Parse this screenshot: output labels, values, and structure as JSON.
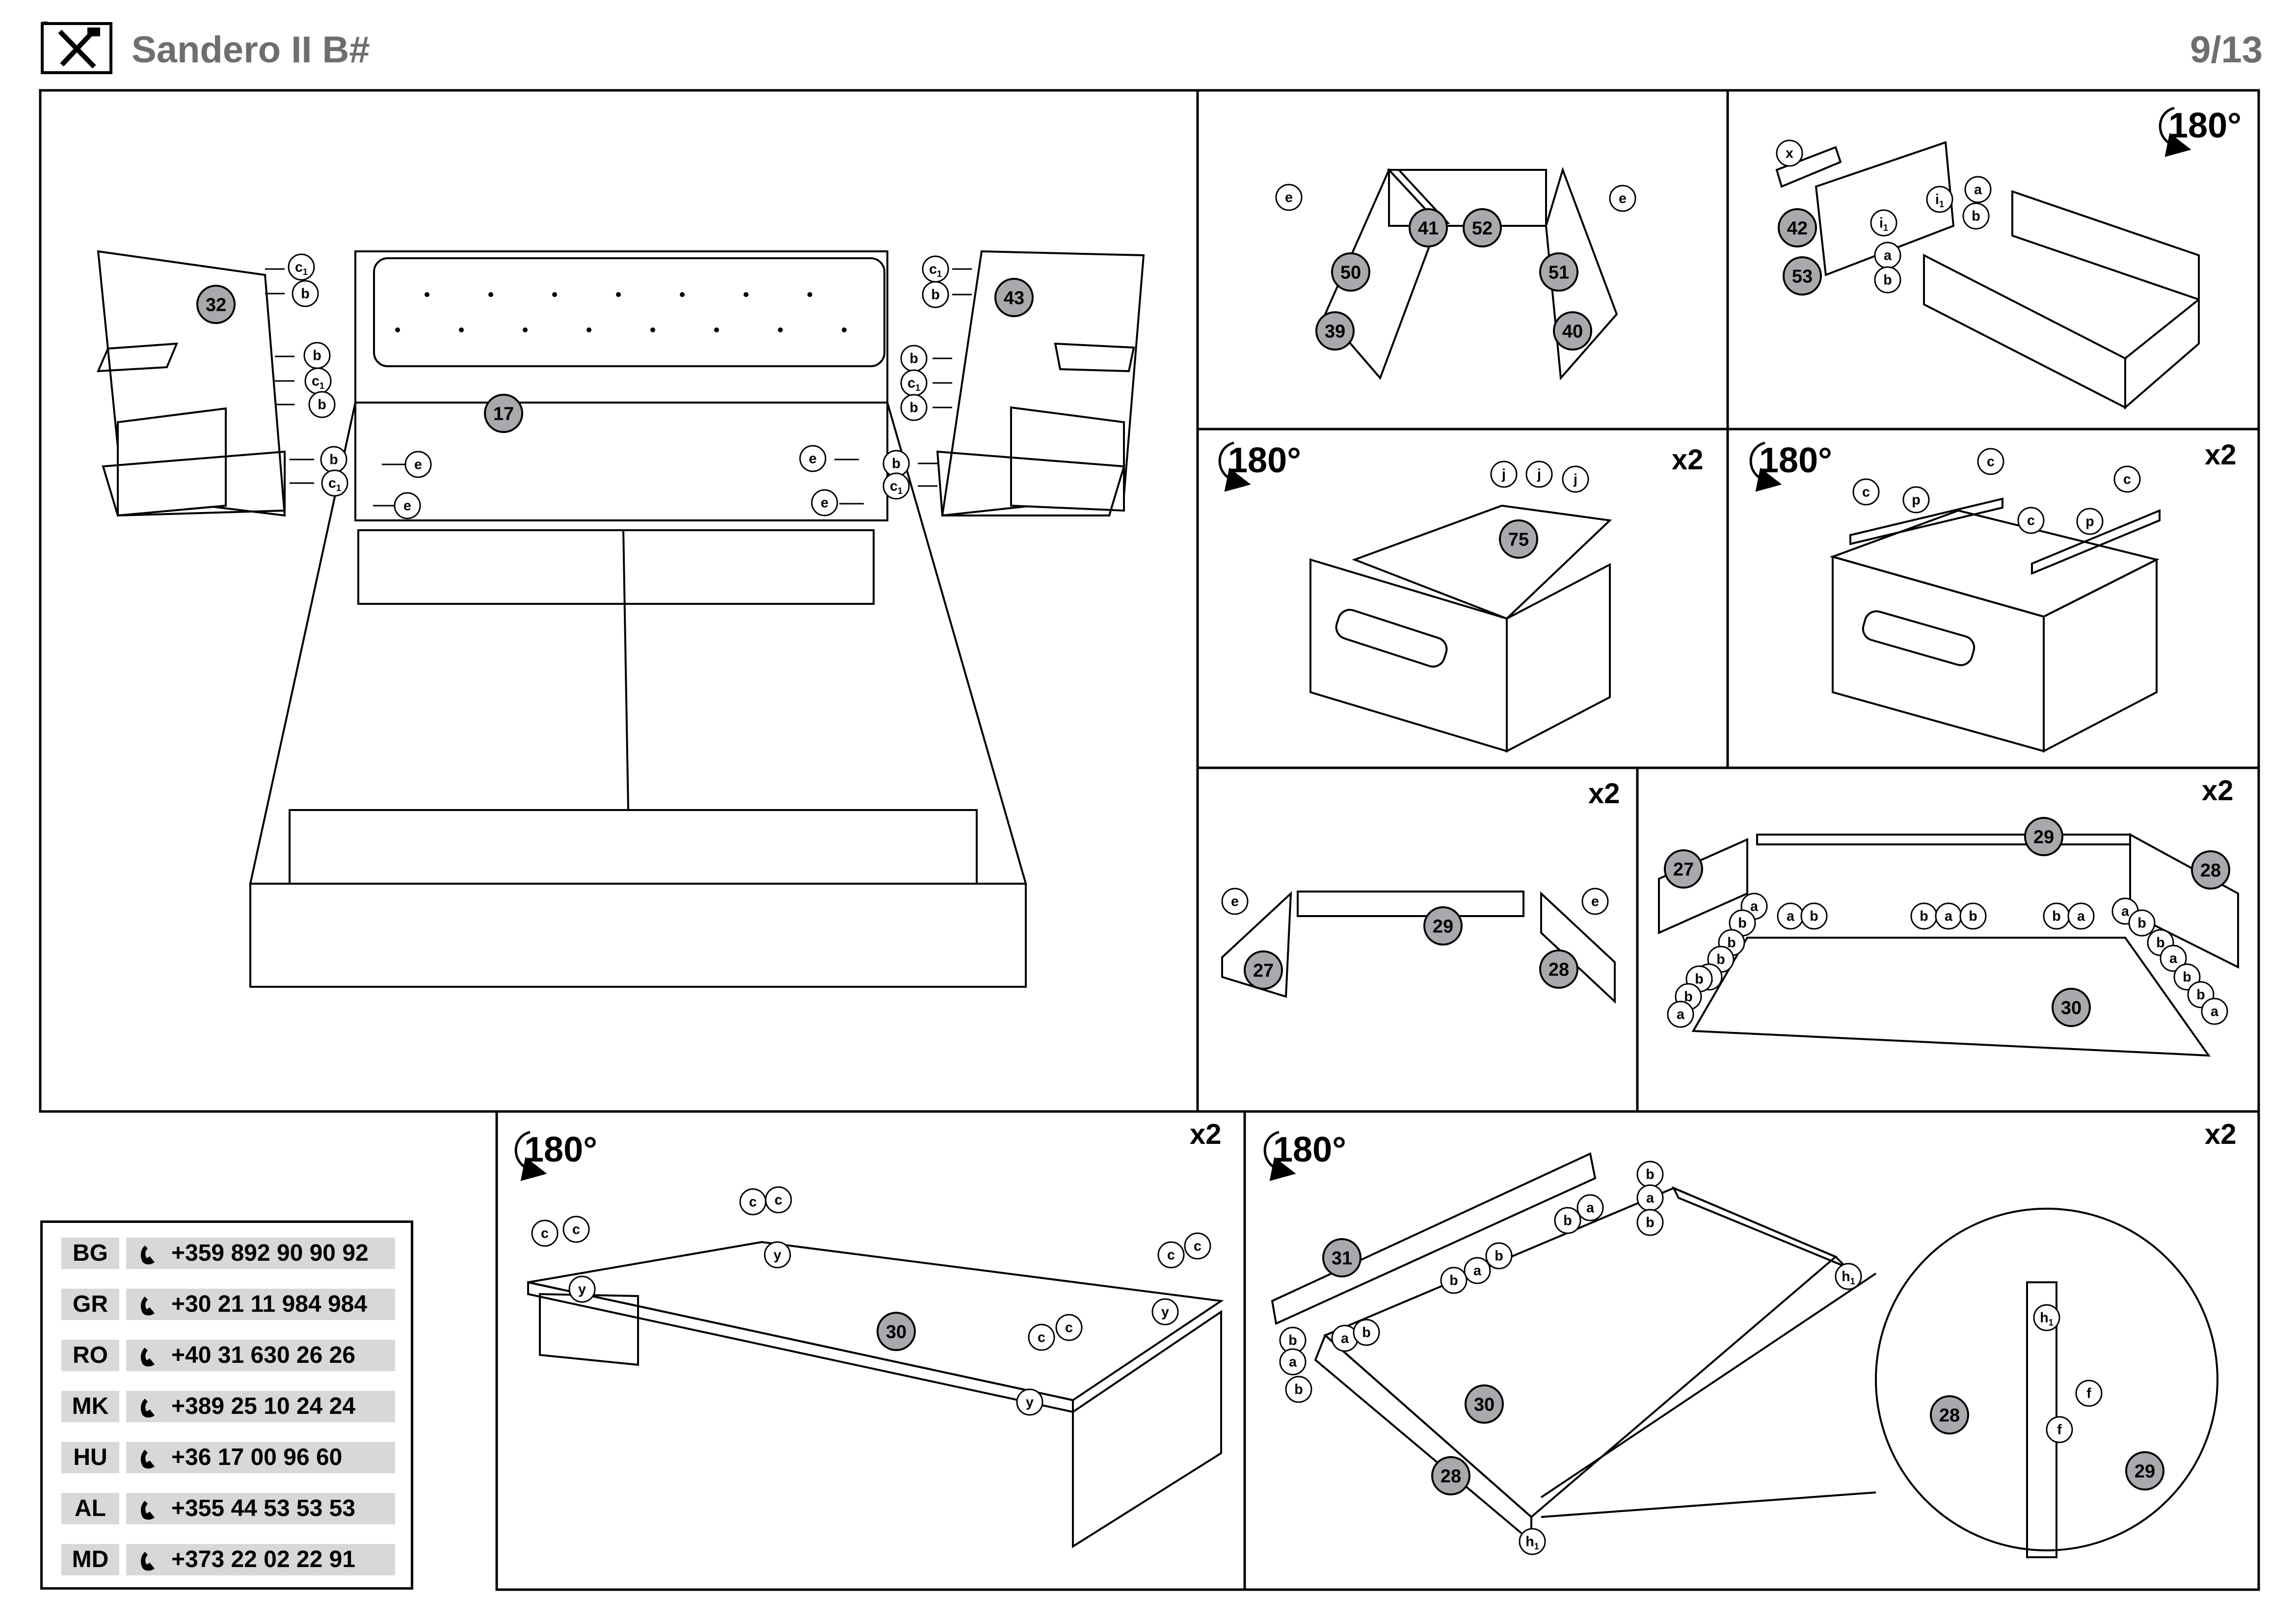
{
  "header": {
    "title": "Sandero II B#",
    "page": "9/13"
  },
  "icons": {
    "tools": "hammer-screwdriver-icon",
    "phone": "phone-handset-icon",
    "rotate": "rotate-arrow-icon"
  },
  "panels": {
    "main": {
      "parts": [
        "32",
        "17",
        "43"
      ],
      "hardware": [
        "c1",
        "b",
        "e"
      ]
    },
    "p1": {
      "parts": [
        "50",
        "39",
        "41",
        "52",
        "51",
        "40"
      ],
      "hardware": [
        "e"
      ]
    },
    "p2": {
      "rotation": "180°",
      "parts": [
        "42",
        "53"
      ],
      "hardware": [
        "x",
        "i1",
        "a",
        "b"
      ]
    },
    "p3": {
      "rotation": "180°",
      "multiplier": "x2",
      "parts": [
        "75"
      ],
      "hardware": [
        "j"
      ]
    },
    "p4": {
      "rotation": "180°",
      "multiplier": "x2",
      "hardware": [
        "c",
        "p"
      ]
    },
    "p5": {
      "multiplier": "x2",
      "parts": [
        "27",
        "29",
        "28"
      ],
      "hardware": [
        "e"
      ]
    },
    "p6": {
      "multiplier": "x2",
      "parts": [
        "27",
        "29",
        "28",
        "30"
      ],
      "hardware": [
        "a",
        "b"
      ]
    },
    "p7": {
      "rotation": "180°",
      "multiplier": "x2",
      "parts": [
        "30"
      ],
      "hardware": [
        "c",
        "y"
      ]
    },
    "p8": {
      "rotation": "180°",
      "multiplier": "x2",
      "parts": [
        "31",
        "30",
        "28",
        "29"
      ],
      "hardware": [
        "a",
        "b",
        "h1",
        "f"
      ]
    }
  },
  "contacts": [
    {
      "code": "BG",
      "phone": "+359 892 90 90 92"
    },
    {
      "code": "GR",
      "phone": "+30 21 11 984 984"
    },
    {
      "code": "RO",
      "phone": "+40 31 630 26 26"
    },
    {
      "code": "MK",
      "phone": "+389 25 10 24 24"
    },
    {
      "code": "HU",
      "phone": "+36 17 00 96 60"
    },
    {
      "code": "AL",
      "phone": "+355 44 53 53 53"
    },
    {
      "code": "MD",
      "phone": "+373 22 02 22 91"
    }
  ]
}
